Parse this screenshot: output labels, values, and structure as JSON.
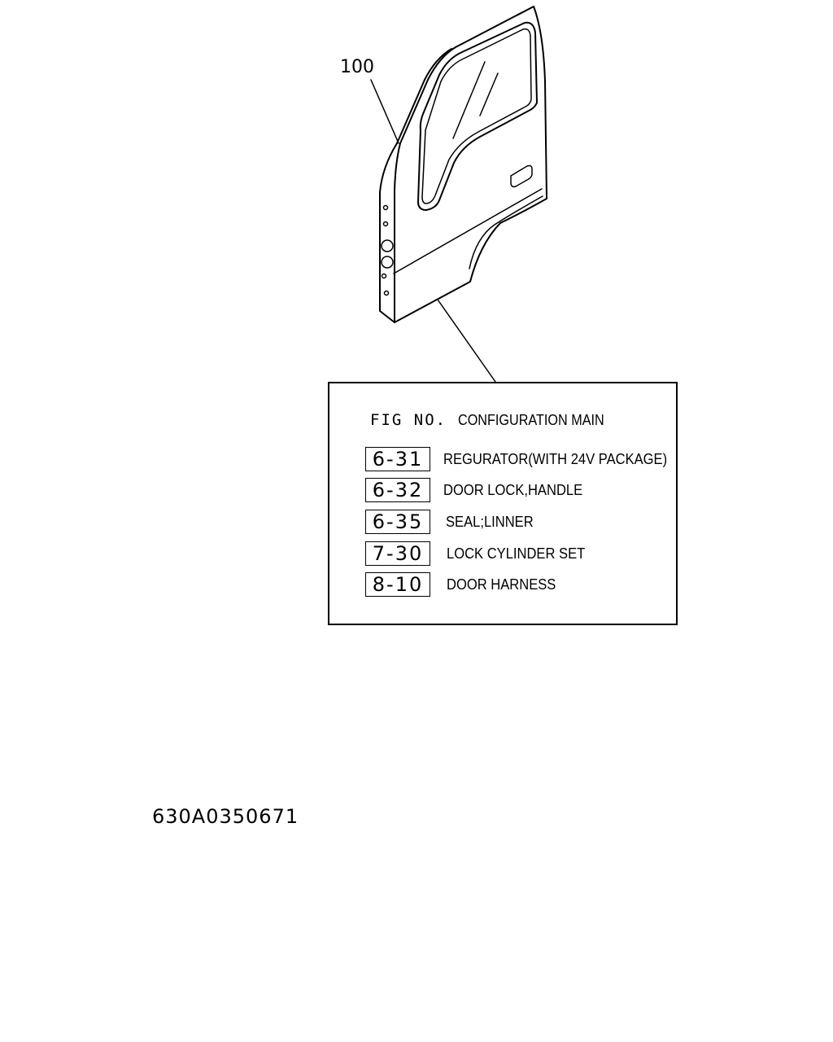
{
  "diagram": {
    "callout_number": "100",
    "header": {
      "fig_label": "FIG NO.",
      "title": "CONFIGURATION MAIN"
    },
    "references": [
      {
        "fig": "6-31",
        "description": "REGURATOR(WITH 24V PACKAGE)"
      },
      {
        "fig": "6-32",
        "description": "DOOR LOCK,HANDLE"
      },
      {
        "fig": "6-35",
        "description": "SEAL;LINNER"
      },
      {
        "fig": "7-30",
        "description": "LOCK CYLINDER SET"
      },
      {
        "fig": "8-10",
        "description": "DOOR HARNESS"
      }
    ],
    "part_code": "630A0350671"
  }
}
